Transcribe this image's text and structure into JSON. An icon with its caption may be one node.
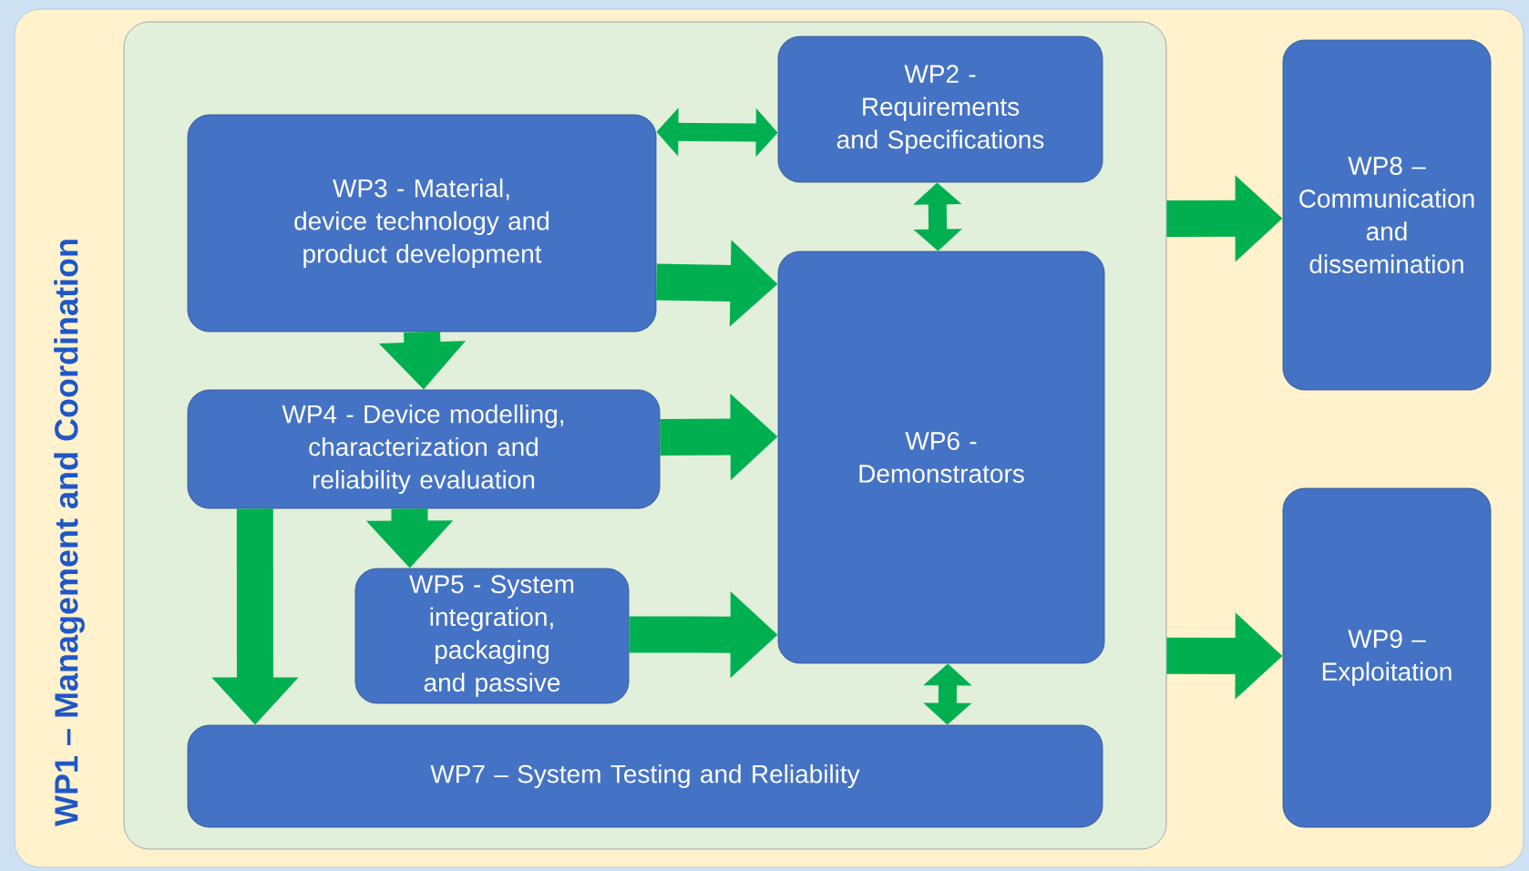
{
  "diagram": {
    "nodes": [
      {
        "text": [
          "WP1 – Management and Coordination"
        ]
      },
      {
        "text": [],
        "shape": "box",
        "in": 0
      },
      {
        "text": [
          "WP2 - Requirements and Specifications"
        ],
        "in": 1
      },
      {
        "text": [
          "WP3 - Material, device technology and product development"
        ],
        "in": 1
      },
      {
        "text": [
          "WP4 - Device modelling, characterization and reliability evaluation"
        ],
        "in": 1
      },
      {
        "text": [
          "WP5 - System integration, packaging and passive"
        ],
        "in": 1
      },
      {
        "text": [
          "WP6 - Demonstrators"
        ],
        "in": 1
      },
      {
        "text": [
          "WP7 – System Testing and Reliability"
        ],
        "in": 1
      },
      {
        "text": [
          "WP8 – Communication and dissemination"
        ],
        "in": 0
      },
      {
        "text": [
          "WP9 – Exploitation"
        ],
        "in": 0
      }
    ],
    "edges": [
      {
        "from": 3,
        "to": 2,
        "arrow": "both"
      },
      {
        "from": 2,
        "to": 6,
        "arrow": "both"
      },
      {
        "from": 3,
        "to": 6,
        "arrow": "to"
      },
      {
        "from": 3,
        "to": 4,
        "arrow": "to"
      },
      {
        "from": 4,
        "to": 6,
        "arrow": "to"
      },
      {
        "from": 4,
        "to": 5,
        "arrow": "to"
      },
      {
        "from": 4,
        "to": 7,
        "arrow": "to"
      },
      {
        "from": 5,
        "to": 6,
        "arrow": "to"
      },
      {
        "from": 6,
        "to": 7,
        "arrow": "both"
      },
      {
        "from": 1,
        "to": 8,
        "arrow": "to"
      },
      {
        "from": 1,
        "to": 9,
        "arrow": "to"
      }
    ]
  }
}
